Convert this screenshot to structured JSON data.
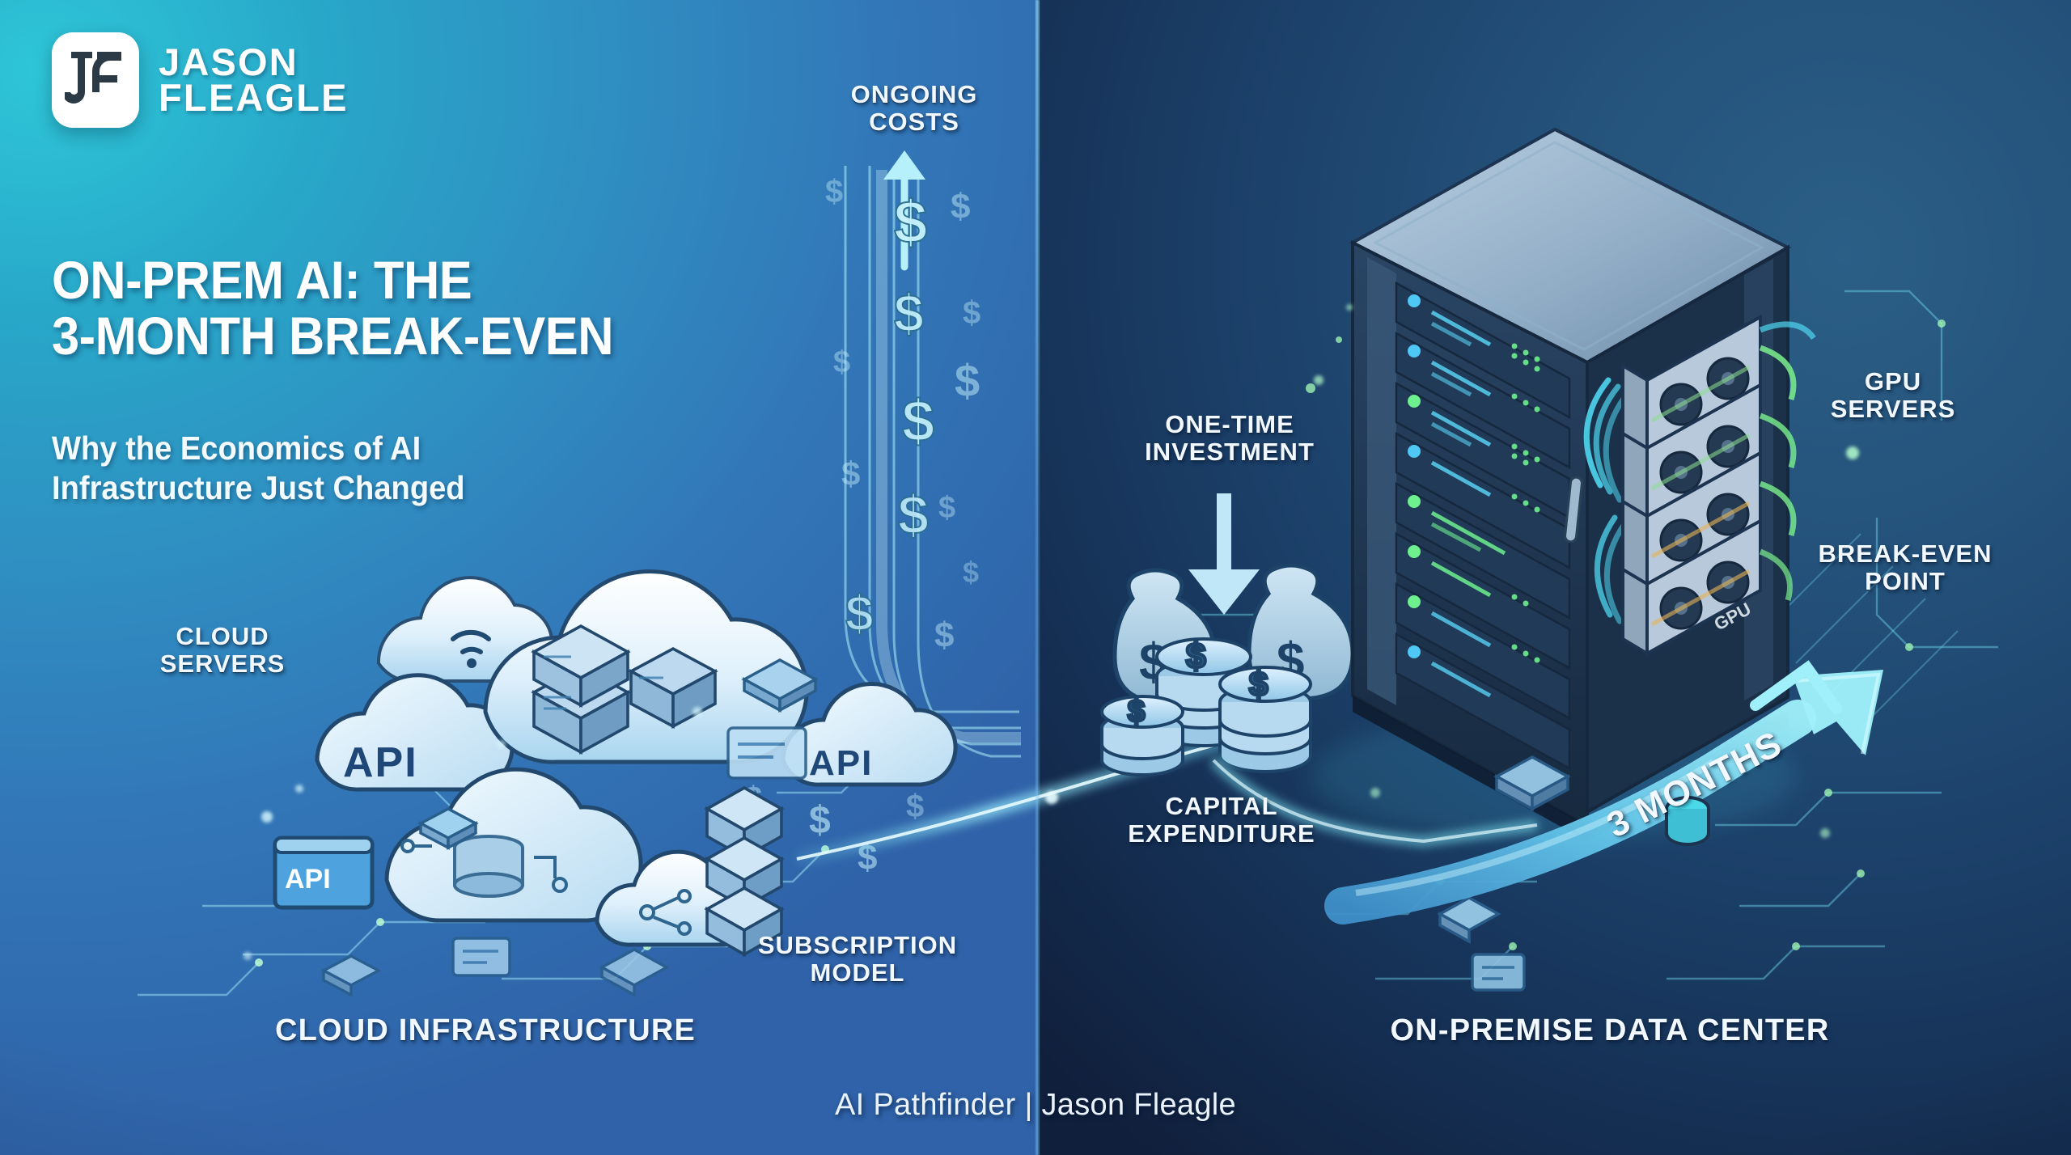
{
  "brand": {
    "logo_icon": "jf-monogram-logo",
    "name_line1": "JASON",
    "name_line2": "FLEAGLE"
  },
  "headline": {
    "title": "ON-PREM AI: THE\n3-MONTH BREAK-EVEN",
    "subtitle": "Why the Economics of AI\nInfrastructure Just Changed"
  },
  "footer": {
    "text": "AI Pathfinder | Jason Fleagle"
  },
  "sections": {
    "left_caption": "CLOUD INFRASTRUCTURE",
    "right_caption": "ON-PREMISE DATA CENTER"
  },
  "callouts": {
    "ongoing_costs": "ONGOING\nCOSTS",
    "cloud_servers": "CLOUD\nSERVERS",
    "subscription_model": "SUBSCRIPTION\nMODEL",
    "one_time_investment": "ONE-TIME\nINVESTMENT",
    "capital_expenditure": "CAPITAL\nEXPENDITURE",
    "gpu_servers": "GPU\nSERVERS",
    "break_even_point": "BREAK-EVEN\nPOINT",
    "timeline": "3 MONTHS"
  },
  "illustration_labels": {
    "api_cloud": "API",
    "api_card": "API",
    "api_badge": "API",
    "gpu_card": "GPU",
    "currency_symbol": "$"
  },
  "colors": {
    "left_panel_accent": "#28a8c9",
    "right_panel_accent": "#1b3f68",
    "cyan_glow": "#7fe9f5",
    "green_glow": "#8ef08a",
    "arrow_blue": "#6fd0f0",
    "text_white": "#f2f8ff",
    "divider": "#a0e6ff"
  }
}
